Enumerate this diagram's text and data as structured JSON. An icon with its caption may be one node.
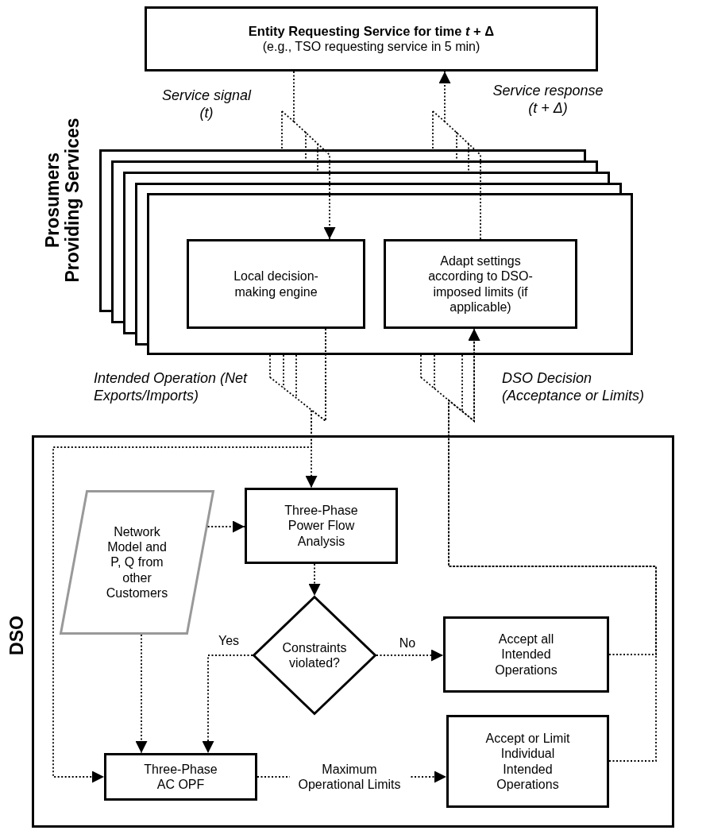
{
  "diagram": {
    "nodes": [
      {
        "text": [
          "Entity Requesting Service for time *t* + Δ",
          "(e.g., TSO requesting service in 5 min)"
        ]
      },
      {
        "text": [
          "Prosumers Providing Services"
        ]
      },
      {
        "text": [
          "Local decision-making engine"
        ],
        "in": 1
      },
      {
        "text": [
          "Adapt settings according to DSO-imposed limits (if applicable)"
        ],
        "in": 1
      },
      {
        "text": [
          "DSO"
        ]
      },
      {
        "text": [
          "Network Model and P, Q from other Customers"
        ],
        "in": 4
      },
      {
        "text": [
          "Three-Phase Power Flow Analysis"
        ],
        "in": 4
      },
      {
        "text": [
          "Constraints violated?"
        ],
        "in": 4
      },
      {
        "text": [
          "Accept all Intended Operations"
        ],
        "in": 4
      },
      {
        "text": [
          "Three-Phase AC OPF"
        ],
        "in": 4
      },
      {
        "text": [
          "Accept or Limit Individual Intended Operations"
        ],
        "in": 4
      }
    ],
    "edges": [
      {
        "from": 0,
        "to": 2,
        "arrow": "to",
        "label": "Service signal (*t*)"
      },
      {
        "from": 3,
        "to": 0,
        "arrow": "to",
        "label": "Service response (*t* + Δ)"
      },
      {
        "from": 2,
        "to": 6,
        "arrow": "to",
        "label": "Intended Operation (Net Exports/Imports)"
      },
      {
        "from": 2,
        "to": 9,
        "arrow": "to"
      },
      {
        "from": 5,
        "to": 6,
        "arrow": "to"
      },
      {
        "from": 6,
        "to": 7,
        "arrow": "to"
      },
      {
        "from": 7,
        "to": 9,
        "arrow": "to",
        "label": "Yes"
      },
      {
        "from": 7,
        "to": 8,
        "arrow": "to",
        "label": "No"
      },
      {
        "from": 5,
        "to": 9,
        "arrow": "to"
      },
      {
        "from": 9,
        "to": 10,
        "arrow": "to",
        "label": "Maximum Operational Limits"
      },
      {
        "from": 8,
        "to": 3,
        "arrow": "to",
        "label": "DSO Decision (Acceptance or Limits)"
      },
      {
        "from": 10,
        "to": 3,
        "arrow": "to"
      }
    ]
  }
}
